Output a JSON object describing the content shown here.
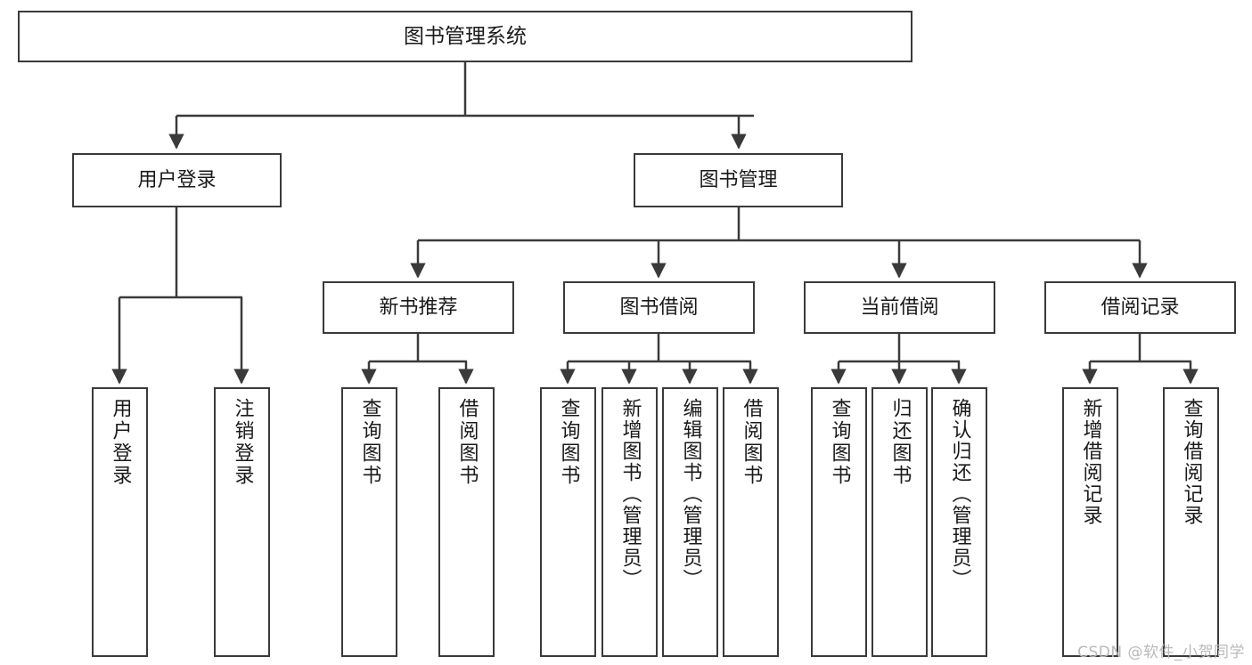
{
  "diagram": {
    "title": "图书管理系统",
    "type": "tree",
    "orientation": "top-down",
    "watermark": "CSDN @软件_小贺同学",
    "colors": {
      "background": "#ffffff",
      "node_fill": "#ffffff",
      "node_border": "#3a3a3a",
      "edge": "#3a3a3a",
      "text": "#1a1a1a",
      "watermark": "#b9b9b9"
    },
    "nodes": {
      "root": {
        "label": "图书管理系统"
      },
      "level2": [
        {
          "id": "user-login",
          "label": "用户登录"
        },
        {
          "id": "book-manage",
          "label": "图书管理"
        }
      ],
      "level3": [
        {
          "id": "new-book-recommend",
          "label": "新书推荐"
        },
        {
          "id": "book-borrow",
          "label": "图书借阅"
        },
        {
          "id": "current-borrow",
          "label": "当前借阅"
        },
        {
          "id": "borrow-record",
          "label": "借阅记录"
        }
      ],
      "leaves": [
        {
          "id": "leaf-user-login",
          "label": "用户登录",
          "parent": "user-login"
        },
        {
          "id": "leaf-logout-login",
          "label": "注销登录",
          "parent": "user-login"
        },
        {
          "id": "leaf-query-book-1",
          "label": "查询图书",
          "parent": "new-book-recommend"
        },
        {
          "id": "leaf-borrow-book-1",
          "label": "借阅图书",
          "parent": "new-book-recommend"
        },
        {
          "id": "leaf-query-book-2",
          "label": "查询图书",
          "parent": "book-borrow"
        },
        {
          "id": "leaf-add-book",
          "label": "新增图书（管理员）",
          "parent": "book-borrow"
        },
        {
          "id": "leaf-edit-book",
          "label": "编辑图书（管理员）",
          "parent": "book-borrow"
        },
        {
          "id": "leaf-borrow-book-2",
          "label": "借阅图书",
          "parent": "book-borrow"
        },
        {
          "id": "leaf-query-book-3",
          "label": "查询图书",
          "parent": "current-borrow"
        },
        {
          "id": "leaf-return-book",
          "label": "归还图书",
          "parent": "current-borrow"
        },
        {
          "id": "leaf-confirm-return",
          "label": "确认归还（管理员）",
          "parent": "current-borrow"
        },
        {
          "id": "leaf-add-record",
          "label": "新增借阅记录",
          "parent": "borrow-record"
        },
        {
          "id": "leaf-query-record",
          "label": "查询借阅记录",
          "parent": "borrow-record"
        }
      ]
    }
  }
}
